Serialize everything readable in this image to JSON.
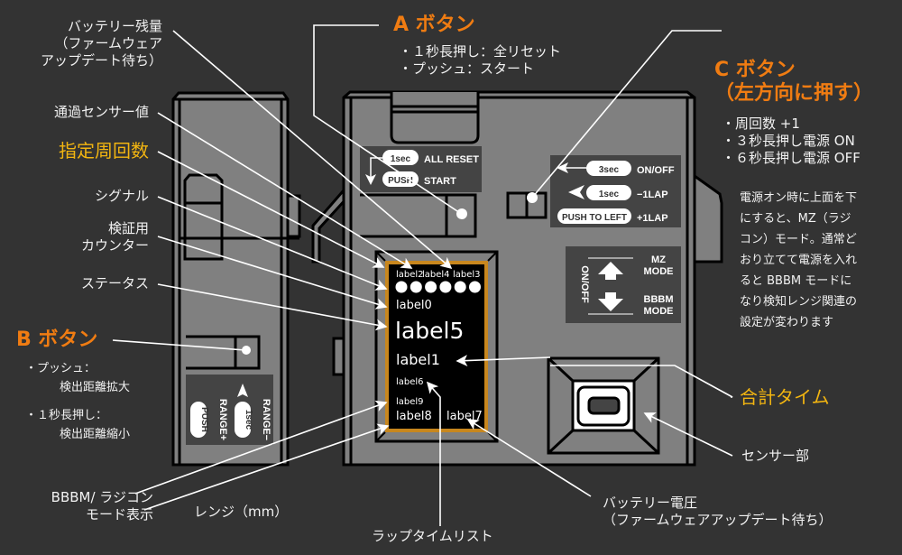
{
  "diagram": {
    "title": "device-overview",
    "colors": {
      "background": "#333333",
      "device_body": "#808080",
      "panel": "#444444",
      "lcd": "#000000",
      "lcd_frame": "#c8871e",
      "heading_orange": "#f07c12",
      "heading_yellow": "#f2b511",
      "text": "#f2f2f2"
    },
    "callouts": {
      "battery_level": [
        "バッテリー残量",
        "（ファームウェア",
        "アップデート待ち）"
      ],
      "pass_sensor_value": "通過センサー値",
      "target_laps": "指定周回数",
      "signal": "シグナル",
      "verify_counter": [
        "検証用",
        "カウンター"
      ],
      "status": "ステータス",
      "b_button": {
        "title": "B ボタン",
        "items": [
          [
            "・プッシュ：",
            "検出距離拡大"
          ],
          [
            "・１秒長押し：",
            "検出距離縮小"
          ]
        ]
      },
      "a_button": {
        "title": "A ボタン",
        "items": [
          "・１秒長押し：全リセット",
          "・プッシュ：スタート"
        ]
      },
      "c_button": {
        "title": [
          "C ボタン",
          "（左方向に押す）"
        ],
        "items": [
          "・周回数 +1",
          "・３秒長押し電源 ON",
          "・６秒長押し電源 OFF"
        ],
        "note": [
          "電源オン時に上面を下",
          "にすると、MZ（ラジ",
          "コン）モード。通常ど",
          "おり立てて電源を入れ",
          "ると BBBM モードに",
          "なり検知レンジ関連の",
          "設定が変わります"
        ]
      },
      "total_time": "合計タイム",
      "sensor": "センサー部",
      "mode_display": [
        "BBBM/ ラジコン",
        "モード表示"
      ],
      "range": "レンジ（mm）",
      "lap_list": "ラップタイムリスト",
      "battery_voltage": [
        "バッテリー電圧",
        "（ファームウェアアップデート待ち）"
      ]
    },
    "device": {
      "a_panel": {
        "rows": [
          {
            "pill": "1sec",
            "text": "ALL RESET"
          },
          {
            "pill": "PUSH",
            "text": "START"
          }
        ]
      },
      "c_panel": {
        "rows": [
          {
            "pill": "3sec",
            "text": "ON/OFF"
          },
          {
            "pill": "1sec",
            "text": "−1LAP"
          },
          {
            "pill": "PUSH TO LEFT",
            "text": "+1LAP"
          }
        ]
      },
      "mode_panel": {
        "side": "ON/OFF",
        "up": [
          "MZ",
          "MODE"
        ],
        "down": [
          "BBBM",
          "MODE"
        ]
      },
      "b_panel": {
        "push_pill": "PUSH",
        "push_text": "RANGE+",
        "hold_pill": "1sec",
        "hold_text": "RANGE−"
      },
      "lcd": {
        "top_labels": [
          "label2",
          "label4",
          "label3"
        ],
        "signal_dots": 6,
        "label0": "label0",
        "label5": "label5",
        "label1": "label1",
        "label6": "label6",
        "label9": "label9",
        "label8": "label8",
        "label7": "label7"
      }
    }
  }
}
